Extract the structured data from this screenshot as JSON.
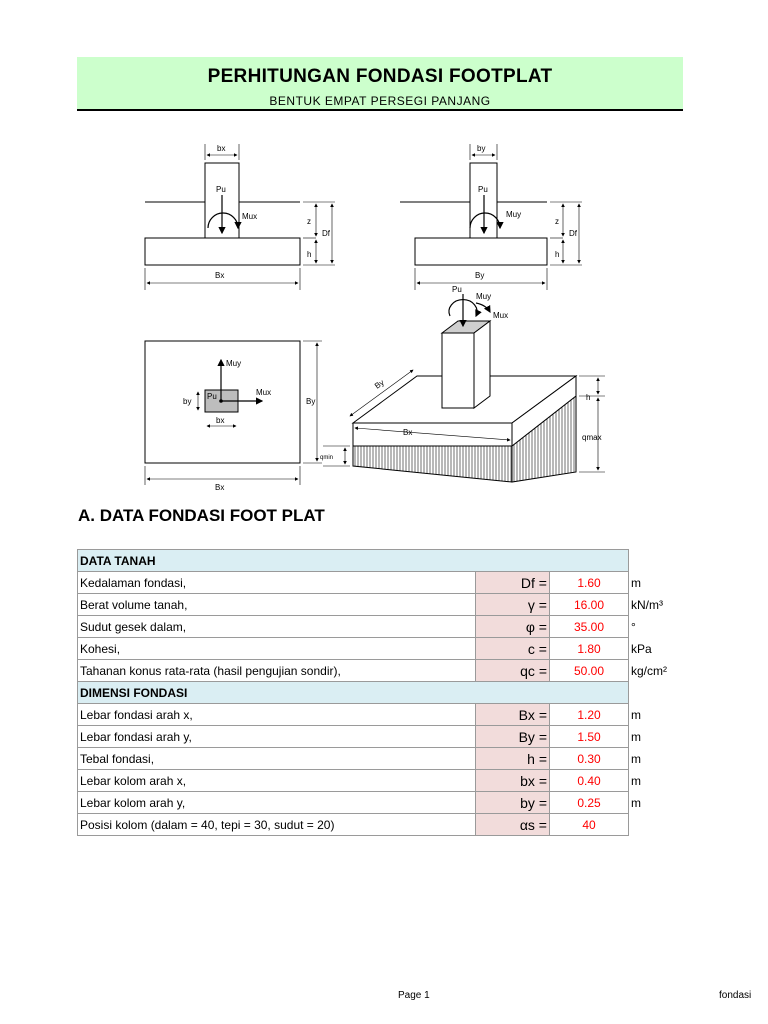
{
  "header": {
    "title": "PERHITUNGAN FONDASI FOOTPLAT",
    "subtitle": "BENTUK EMPAT PERSEGI PANJANG"
  },
  "drawing": {
    "bx": "bx",
    "by": "by",
    "Bx": "Bx",
    "By": "By",
    "Pu": "Pu",
    "Mux": "Mux",
    "Muy": "Muy",
    "z": "z",
    "Df": "Df",
    "h": "h",
    "qmin": "qmin",
    "qmax": "qmax"
  },
  "section_a": "A. DATA FONDASI FOOT PLAT",
  "groups": [
    {
      "title": "DATA TANAH",
      "rows": [
        {
          "label": "Kedalaman fondasi,",
          "sym": "Df =",
          "value": "1.60",
          "unit": "m"
        },
        {
          "label": "Berat volume tanah,",
          "sym": "γ =",
          "value": "16.00",
          "unit": "kN/m³"
        },
        {
          "label": "Sudut gesek dalam,",
          "sym": "φ =",
          "value": "35.00",
          "unit": "°"
        },
        {
          "label": "Kohesi,",
          "sym": "c =",
          "value": "1.80",
          "unit": "kPa"
        },
        {
          "label": "Tahanan konus rata-rata (hasil pengujian sondir),",
          "sym": "qc =",
          "value": "50.00",
          "unit": "kg/cm²"
        }
      ]
    },
    {
      "title": "DIMENSI FONDASI",
      "rows": [
        {
          "label": "Lebar fondasi arah x,",
          "sym": "Bx =",
          "value": "1.20",
          "unit": "m"
        },
        {
          "label": "Lebar fondasi arah y,",
          "sym": "By =",
          "value": "1.50",
          "unit": "m"
        },
        {
          "label": "Tebal fondasi,",
          "sym": "h =",
          "value": "0.30",
          "unit": "m"
        },
        {
          "label": "Lebar kolom arah x,",
          "sym": "bx =",
          "value": "0.40",
          "unit": "m"
        },
        {
          "label": "Lebar kolom arah y,",
          "sym": "by =",
          "value": "0.25",
          "unit": "m"
        },
        {
          "label": "Posisi kolom (dalam = 40, tepi = 30, sudut = 20)",
          "sym": "αs =",
          "value": "40",
          "unit": ""
        }
      ]
    }
  ],
  "footer": {
    "page": "Page 1",
    "sheet": "fondasi"
  }
}
